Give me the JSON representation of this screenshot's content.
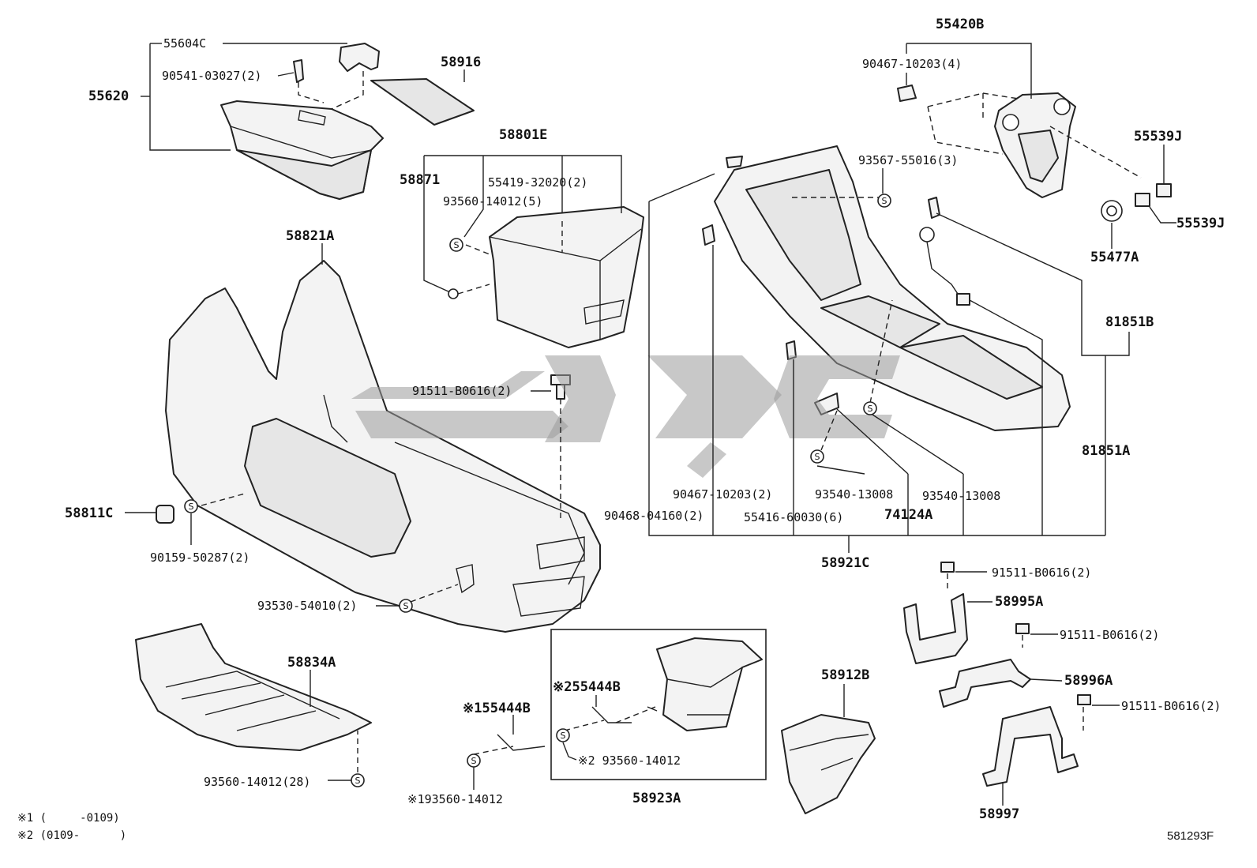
{
  "labels": {
    "l55604C": "55604C",
    "l90541": "90541-03027(2)",
    "l55620": "55620",
    "l58916": "58916",
    "l58801E": "58801E",
    "l58871": "58871",
    "l55419": "55419-32020(2)",
    "l93560a": "93560-14012(5)",
    "l58821A": "58821A",
    "l91511a": "91511-B0616(2)",
    "l58811C": "58811C",
    "l90159": "90159-50287(2)",
    "l93530": "93530-54010(2)",
    "l58834A": "58834A",
    "l93560b": "93560-14012(28)",
    "l55444B1": "※155444B",
    "l55444B2": "※255444B",
    "l93560c": "※2 93560-14012",
    "l93560d": "※193560-14012",
    "l58923A": "58923A",
    "l55420B": "55420B",
    "l90467a": "90467-10203(4)",
    "l93567": "93567-55016(3)",
    "l55539J1": "55539J",
    "l55539J2": "55539J",
    "l55477A": "55477A",
    "l81851B": "81851B",
    "l81851A": "81851A",
    "l90467b": "90467-10203(2)",
    "l90468": "90468-04160(2)",
    "l93540a": "93540-13008",
    "l55416": "55416-60030(6)",
    "l93540b": "93540-13008",
    "l74124A": "74124A",
    "l58921C": "58921C",
    "l91511b": "91511-B0616(2)",
    "l58995A": "58995A",
    "l91511c": "91511-B0616(2)",
    "l58996A": "58996A",
    "l91511d": "91511-B0616(2)",
    "l58912B": "58912B",
    "l58997": "58997"
  },
  "notes": {
    "n1": "※1 (     -0109)",
    "n2": "※2 (0109-      )"
  },
  "reference": "581293F",
  "symbol_letter": "S"
}
